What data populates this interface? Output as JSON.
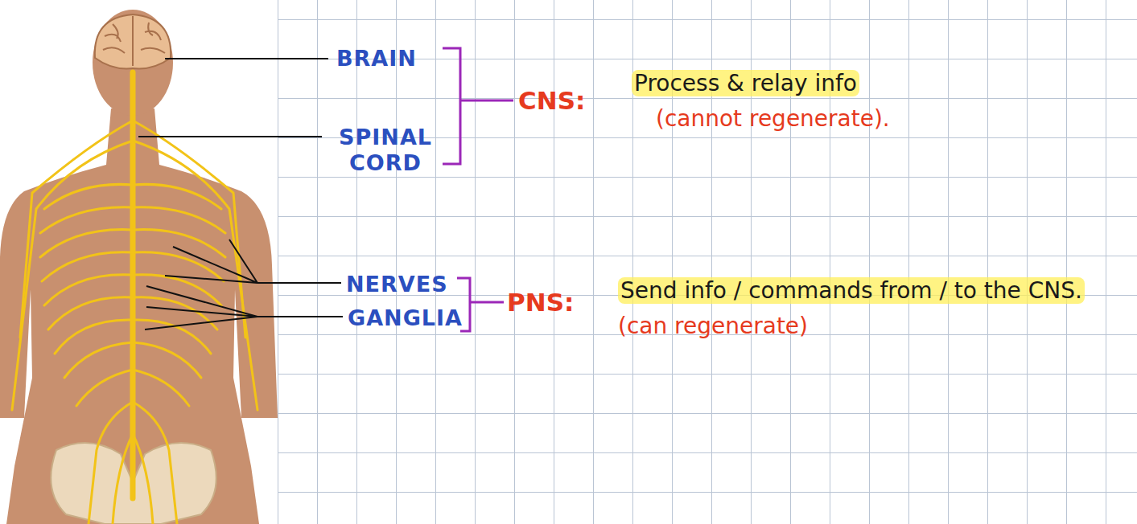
{
  "diagram": {
    "labels": [
      "BRAIN",
      "SPINAL CORD",
      "CNS:",
      "Process & relay info",
      "(cannot regenerate).",
      "NERVES",
      "GANGLIA",
      "PNS:",
      "Send info / commands from / to the CNS.",
      "(can regenerate)"
    ]
  }
}
